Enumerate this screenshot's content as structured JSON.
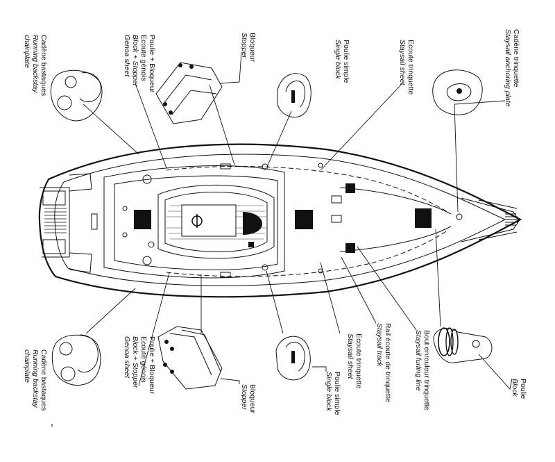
{
  "labels": {
    "staysail_chainplate": {
      "fr": "Cadène trinquette",
      "en": "Staysail anchoring plate"
    },
    "staysail_sheet_top": {
      "fr": "Ecoute trinquette",
      "en": "Staysail sheet"
    },
    "single_block_top": {
      "fr": "Poulie simple",
      "en": "Single block"
    },
    "stopper_top": {
      "fr": "Bloqueur",
      "en": "Stopper"
    },
    "genoa_block_top": {
      "fr": "Poulie + Bloqueur",
      "fr2": "Ecoute génois",
      "en": "Block + Stopper",
      "en2": "Genoa sheet"
    },
    "backstay_chainplate_top": {
      "fr": "Cadène bastaques",
      "en": "Running backstay",
      "en2": "chainplate"
    },
    "backstay_chainplate_bottom": {
      "fr": "Cadène bastaques",
      "en": "Running backstay",
      "en2": "chainplate"
    },
    "genoa_block_bottom": {
      "fr": "Poulie + Bloqueur",
      "fr2": "Ecoute génois",
      "en": "Block + Stopper",
      "en2": "Genoa sheet"
    },
    "stopper_bottom": {
      "fr": "Bloqueur",
      "en": "Stopper"
    },
    "single_block_bottom": {
      "fr": "Poulie simple",
      "en": "Single block"
    },
    "staysail_sheet_bottom": {
      "fr": "Ecoute trinquette",
      "en": "Staysail sheet"
    },
    "staysail_track": {
      "fr": "Rail écoute de trinquette",
      "en": "Staysail track"
    },
    "furling_line": {
      "fr": "Bout enrouleur trinquette",
      "en": "Staysail furling line"
    },
    "block": {
      "fr": "Poulie",
      "en": "Block"
    }
  }
}
